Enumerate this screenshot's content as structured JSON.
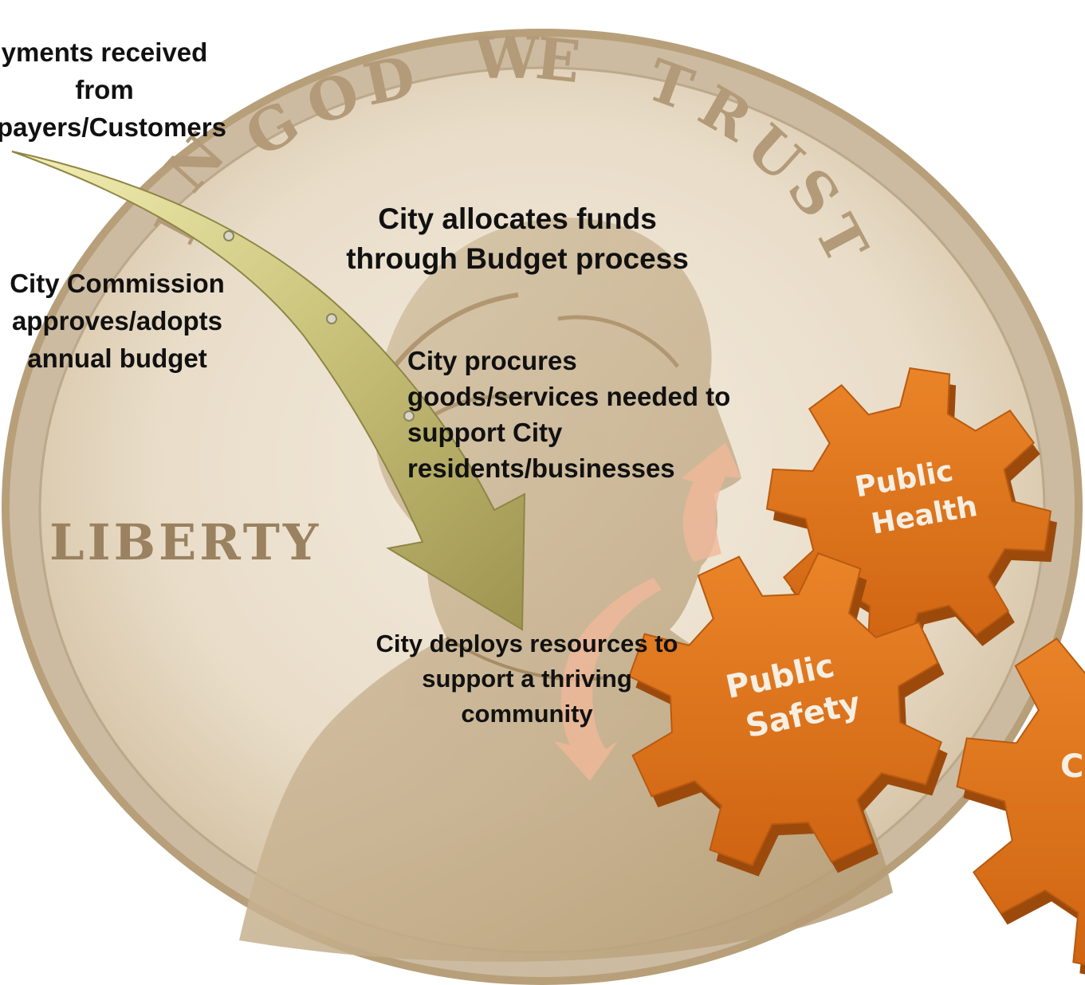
{
  "coin": {
    "motto": "IN GOD WE TRUST",
    "liberty": "LIBERTY"
  },
  "steps": [
    {
      "text": "yments received\nfrom\npayers/Customers"
    },
    {
      "text": "City Commission\napproves/adopts\nannual budget"
    },
    {
      "text": "City allocates funds\nthrough Budget process"
    },
    {
      "text": "City procures\ngoods/services needed to\nsupport City\nresidents/businesses"
    },
    {
      "text": "City deploys resources to\nsupport a thriving\ncommunity"
    }
  ],
  "gears": [
    {
      "line1": "Public",
      "line2": "Health"
    },
    {
      "line1": "Public",
      "line2": "Safety"
    },
    {
      "line1": "C",
      "line2": ""
    }
  ],
  "colors": {
    "gear": "#dd7119",
    "gear_dark": "#9c4a0c",
    "gear_text": "#f6efe3",
    "arrow": "#c9c27a",
    "cycle_arrow": "#f0b89a",
    "coin_face": "#ede3d3",
    "coin_rim": "#cdbba1",
    "coin_relief": "#a6834d"
  }
}
